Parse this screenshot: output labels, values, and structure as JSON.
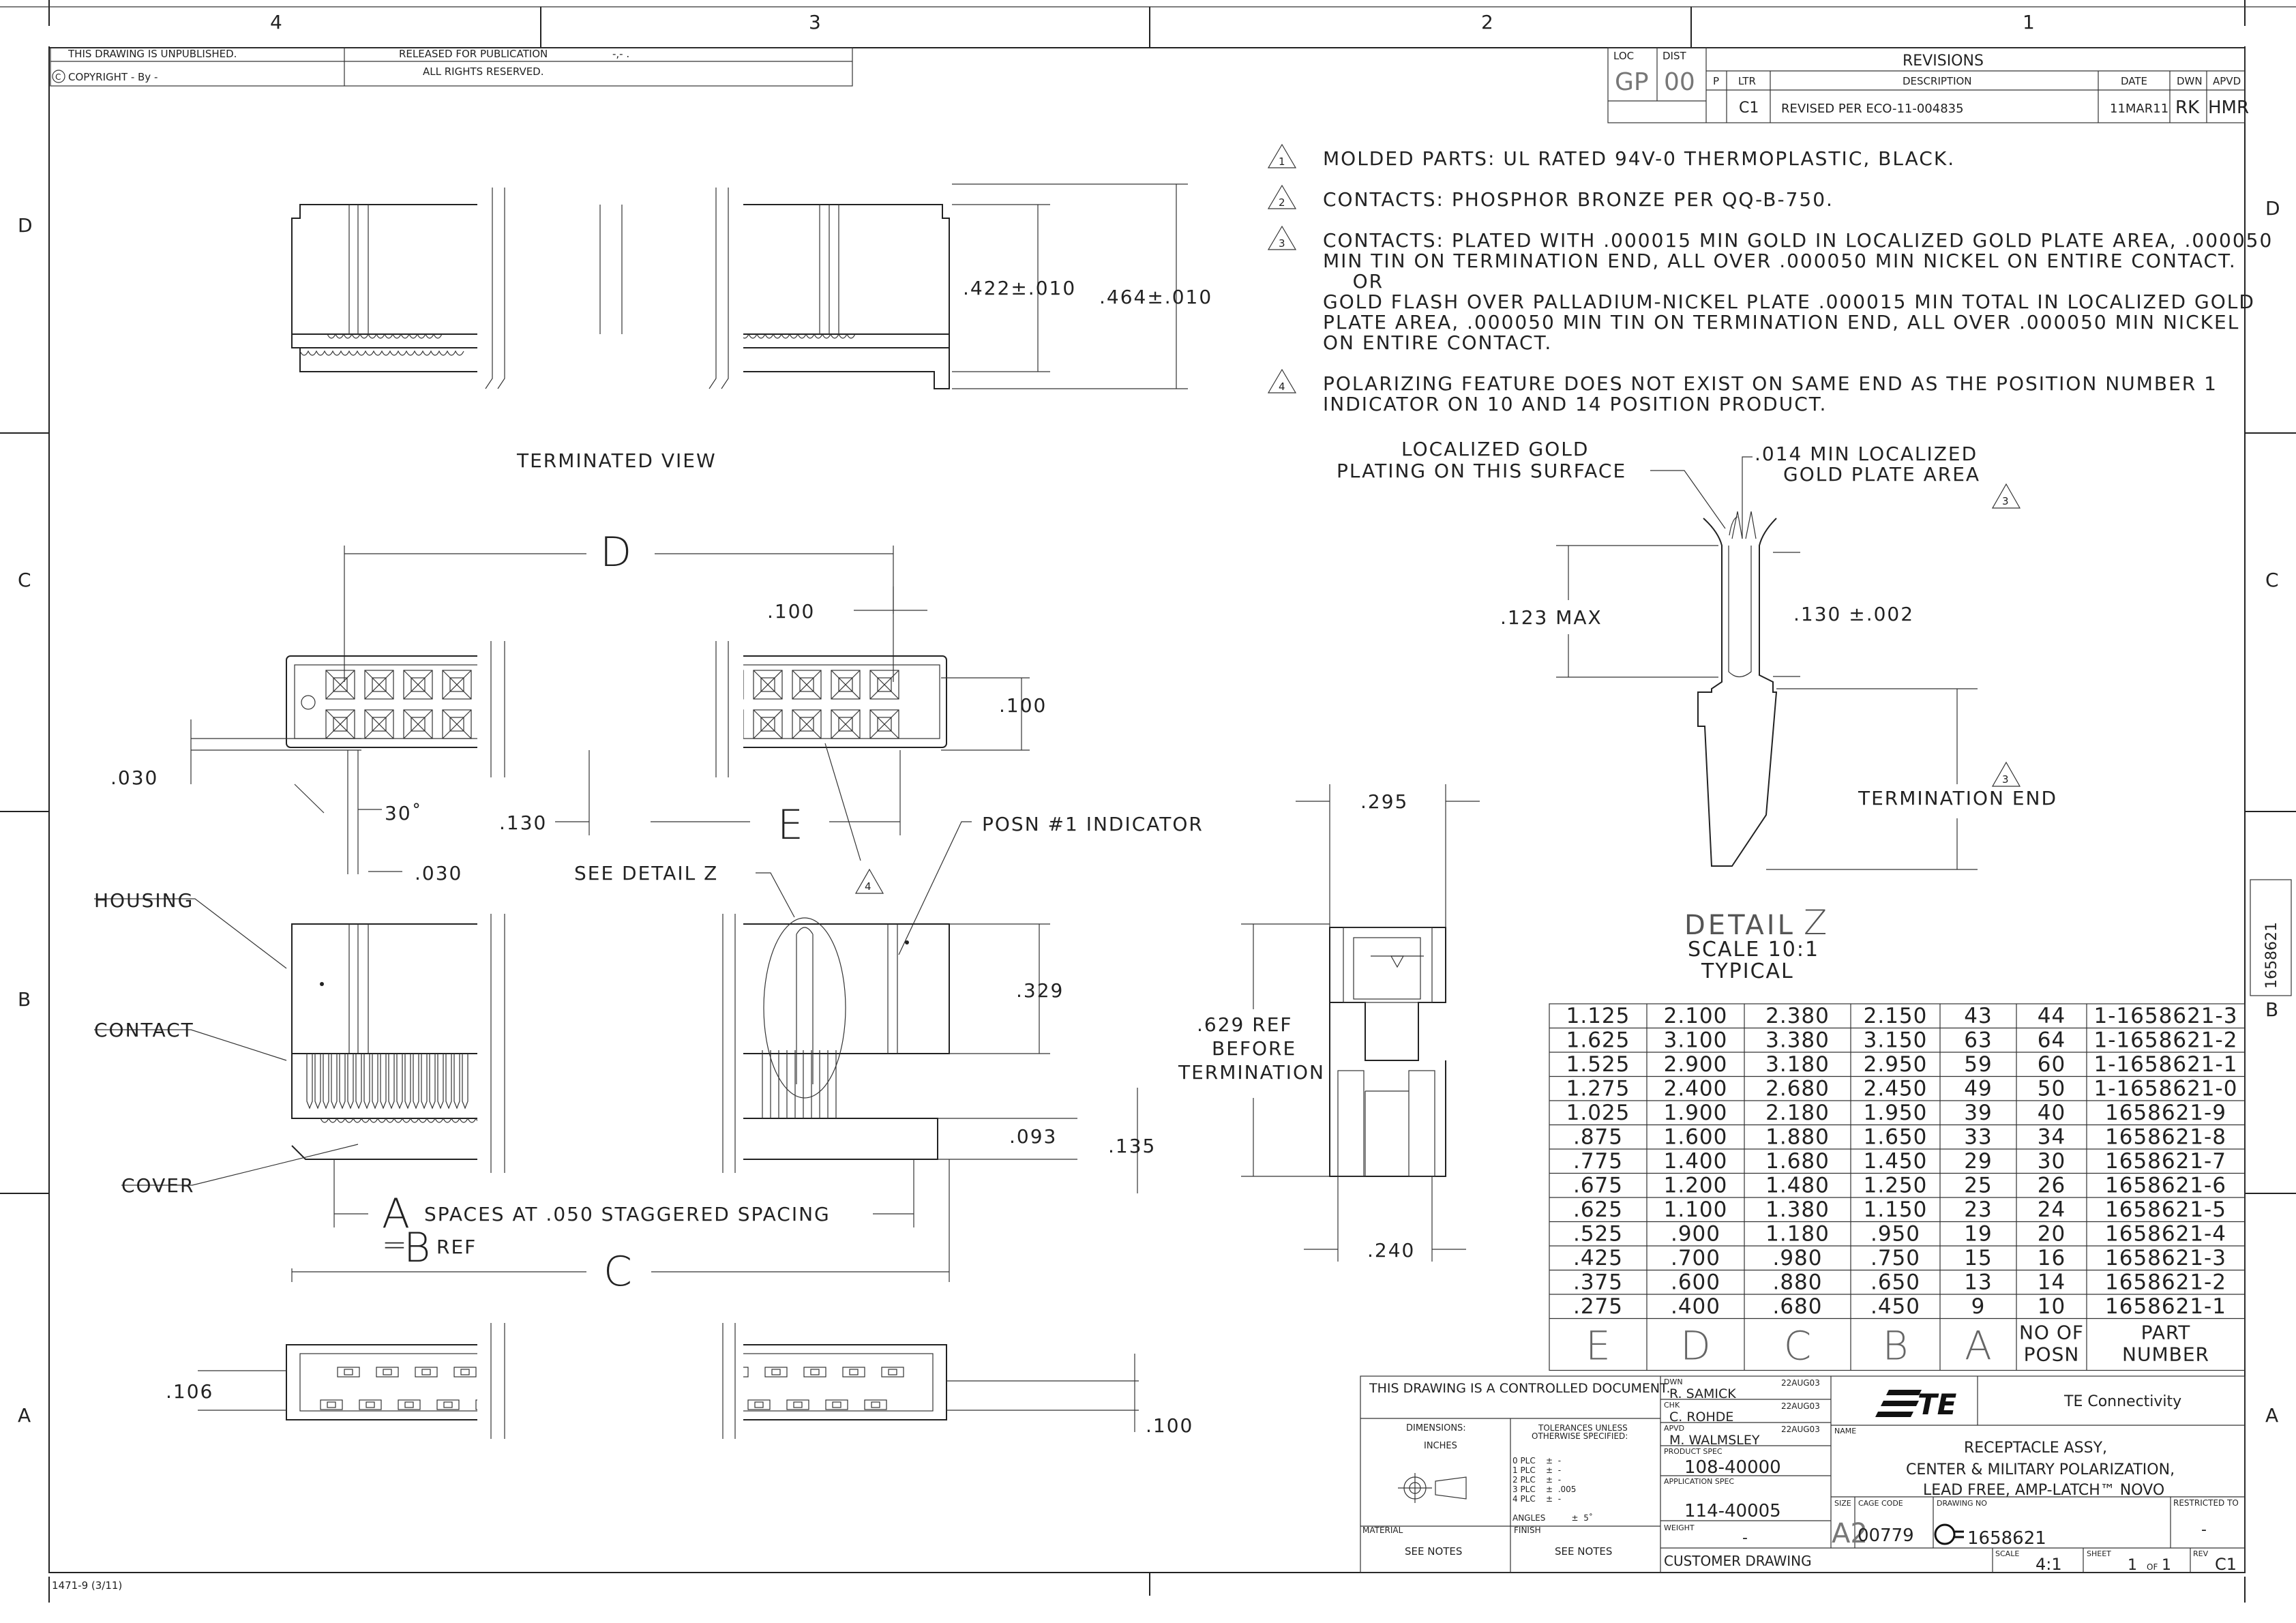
{
  "border": {
    "cols": [
      "4",
      "3",
      "2",
      "1"
    ],
    "rows": [
      "D",
      "C",
      "B",
      "A"
    ],
    "form_no": "1471-9  (3/11)"
  },
  "top_left": {
    "unpublished": "THIS DRAWING IS UNPUBLISHED.",
    "released": "RELEASED FOR PUBLICATION",
    "released_val": "-,-   .",
    "copyright": "COPYRIGHT  -    By  -",
    "rights": "ALL RIGHTS RESERVED."
  },
  "revisions": {
    "loc_label": "LOC",
    "loc_val": "GP",
    "dist_label": "DIST",
    "dist_val": "00",
    "title": "REVISIONS",
    "headers": [
      "P",
      "LTR",
      "DESCRIPTION",
      "DATE",
      "DWN",
      "APVD"
    ],
    "row": [
      "",
      "C1",
      "REVISED PER ECO-11-004835",
      "11MAR11",
      "RK",
      "HMR"
    ]
  },
  "notes": [
    {
      "num": "1",
      "text": [
        "MOLDED PARTS: UL RATED 94V-0 THERMOPLASTIC, BLACK."
      ]
    },
    {
      "num": "2",
      "text": [
        "CONTACTS: PHOSPHOR BRONZE PER QQ-B-750."
      ]
    },
    {
      "num": "3",
      "text": [
        "CONTACTS: PLATED WITH .000015 MIN GOLD IN LOCALIZED GOLD PLATE AREA, .000050",
        "MIN TIN ON TERMINATION END, ALL OVER .000050 MIN NICKEL ON ENTIRE CONTACT.",
        "    OR",
        "GOLD FLASH OVER PALLADIUM-NICKEL PLATE .000015 MIN TOTAL IN LOCALIZED GOLD",
        "PLATE AREA, .000050 MIN TIN ON TERMINATION END, ALL OVER .000050 MIN NICKEL",
        "ON ENTIRE CONTACT."
      ]
    },
    {
      "num": "4",
      "text": [
        "POLARIZING FEATURE DOES NOT EXIST ON SAME END AS THE  POSITION NUMBER 1",
        "INDICATOR ON 10 AND 14 POSITION PRODUCT."
      ]
    }
  ],
  "labels": {
    "terminated_view": "TERMINATED VIEW",
    "dim_422": ".422±.010",
    "dim_464": ".464±.010",
    "dim_D": "D",
    "dim_100a": ".100",
    "dim_100b": ".100",
    "dim_030a": ".030",
    "dim_30deg": "30˚",
    "dim_130": ".130",
    "dim_E": "E",
    "dim_030b": ".030",
    "posn1": "POSN #1 INDICATOR",
    "see_detail": "SEE DETAIL Z",
    "housing": "HOUSING",
    "contact": "CONTACT",
    "cover": "COVER",
    "dim_329": ".329",
    "dim_093": ".093",
    "dim_135": ".135",
    "dim_A": "A",
    "spaces": "SPACES AT .050 STAGGERED SPACING",
    "eq": "=",
    "dim_B": "B",
    "ref": "REF",
    "dim_C": "C",
    "dim_106": ".106",
    "dim_100c": ".100",
    "dim_295": ".295",
    "dim_629": ".629 REF",
    "before": "BEFORE",
    "termination": "TERMINATION",
    "dim_240": ".240",
    "loc_gold_1": "LOCALIZED GOLD",
    "loc_gold_2": "PLATING ON THIS SURFACE",
    "min014_1": ".014 MIN LOCALIZED",
    "min014_2": "GOLD PLATE AREA",
    "dim_123": ".123  MAX",
    "dim_130b": ".130 ±.002",
    "term_end": "TERMINATION  END",
    "detail_z": "DETAIL",
    "detail_z_letter": "Z",
    "scale": "SCALE 10:1",
    "typical": "TYPICAL",
    "note_ref_4": "4",
    "note_ref_3a": "3",
    "note_ref_3b": "3",
    "side_part": "1658621",
    "side_rev_C": "C",
    "side_rev_B": "B"
  },
  "parts_table": {
    "headers": [
      "E",
      "D",
      "C",
      "B",
      "A",
      "NO OF POSN",
      "PART NUMBER"
    ],
    "rows": [
      [
        "1.125",
        "2.100",
        "2.380",
        "2.150",
        "43",
        "44",
        "1-1658621-3"
      ],
      [
        "1.625",
        "3.100",
        "3.380",
        "3.150",
        "63",
        "64",
        "1-1658621-2"
      ],
      [
        "1.525",
        "2.900",
        "3.180",
        "2.950",
        "59",
        "60",
        "1-1658621-1"
      ],
      [
        "1.275",
        "2.400",
        "2.680",
        "2.450",
        "49",
        "50",
        "1-1658621-0"
      ],
      [
        "1.025",
        "1.900",
        "2.180",
        "1.950",
        "39",
        "40",
        "1658621-9"
      ],
      [
        ".875",
        "1.600",
        "1.880",
        "1.650",
        "33",
        "34",
        "1658621-8"
      ],
      [
        ".775",
        "1.400",
        "1.680",
        "1.450",
        "29",
        "30",
        "1658621-7"
      ],
      [
        ".675",
        "1.200",
        "1.480",
        "1.250",
        "25",
        "26",
        "1658621-6"
      ],
      [
        ".625",
        "1.100",
        "1.380",
        "1.150",
        "23",
        "24",
        "1658621-5"
      ],
      [
        ".525",
        ".900",
        "1.180",
        ".950",
        "19",
        "20",
        "1658621-4"
      ],
      [
        ".425",
        ".700",
        ".980",
        ".750",
        "15",
        "16",
        "1658621-3"
      ],
      [
        ".375",
        ".600",
        ".880",
        ".650",
        "13",
        "14",
        "1658621-2"
      ],
      [
        ".275",
        ".400",
        ".680",
        ".450",
        "9",
        "10",
        "1658621-1"
      ]
    ]
  },
  "title_block": {
    "controlled": "THIS DRAWING IS A CONTROLLED DOCUMENT.",
    "dwn_label": "DWN",
    "dwn_name": "R. SAMICK",
    "dwn_date": "22AUG03",
    "chk_label": "CHK",
    "chk_name": "C. ROHDE",
    "chk_date": "22AUG03",
    "apvd_label": "APVD",
    "apvd_name": "M. WALMSLEY",
    "apvd_date": "22AUG03",
    "dimensions": "DIMENSIONS:",
    "inches": "INCHES",
    "tolerances": "TOLERANCES UNLESS",
    "otherwise": "OTHERWISE SPECIFIED:",
    "tol_rows": [
      "0 PLC    ±  -",
      "1 PLC    ±  -",
      "2 PLC    ±  -",
      "3 PLC    ±  .005",
      "4 PLC    ±  -",
      "ANGLES          ±  5˚"
    ],
    "product_spec_label": "PRODUCT SPEC",
    "product_spec": "108-40000",
    "app_spec_label": "APPLICATION SPEC",
    "app_spec": "114-40005",
    "weight_label": "WEIGHT",
    "weight": "-",
    "material_label": "MATERIAL",
    "material": "SEE NOTES",
    "finish_label": "FINISH",
    "finish": "SEE NOTES",
    "customer": "CUSTOMER DRAWING",
    "logo": "TE",
    "company": "TE Connectivity",
    "name_label": "NAME",
    "name_lines": [
      "RECEPTACLE ASSY,",
      "CENTER & MILITARY POLARIZATION,",
      "LEAD FREE, AMP-LATCH™ NOVO"
    ],
    "size_label": "SIZE",
    "size": "A2",
    "cage_label": "CAGE CODE",
    "cage": "00779",
    "dwg_label": "DRAWING NO",
    "dwg_no": "1658621",
    "restricted_label": "RESTRICTED TO",
    "restricted": "-",
    "scale_label": "SCALE",
    "scale": "4:1",
    "sheet_label": "SHEET",
    "sheet": "1",
    "of": "OF",
    "sheets": "1",
    "rev_label": "REV",
    "rev": "C1"
  }
}
